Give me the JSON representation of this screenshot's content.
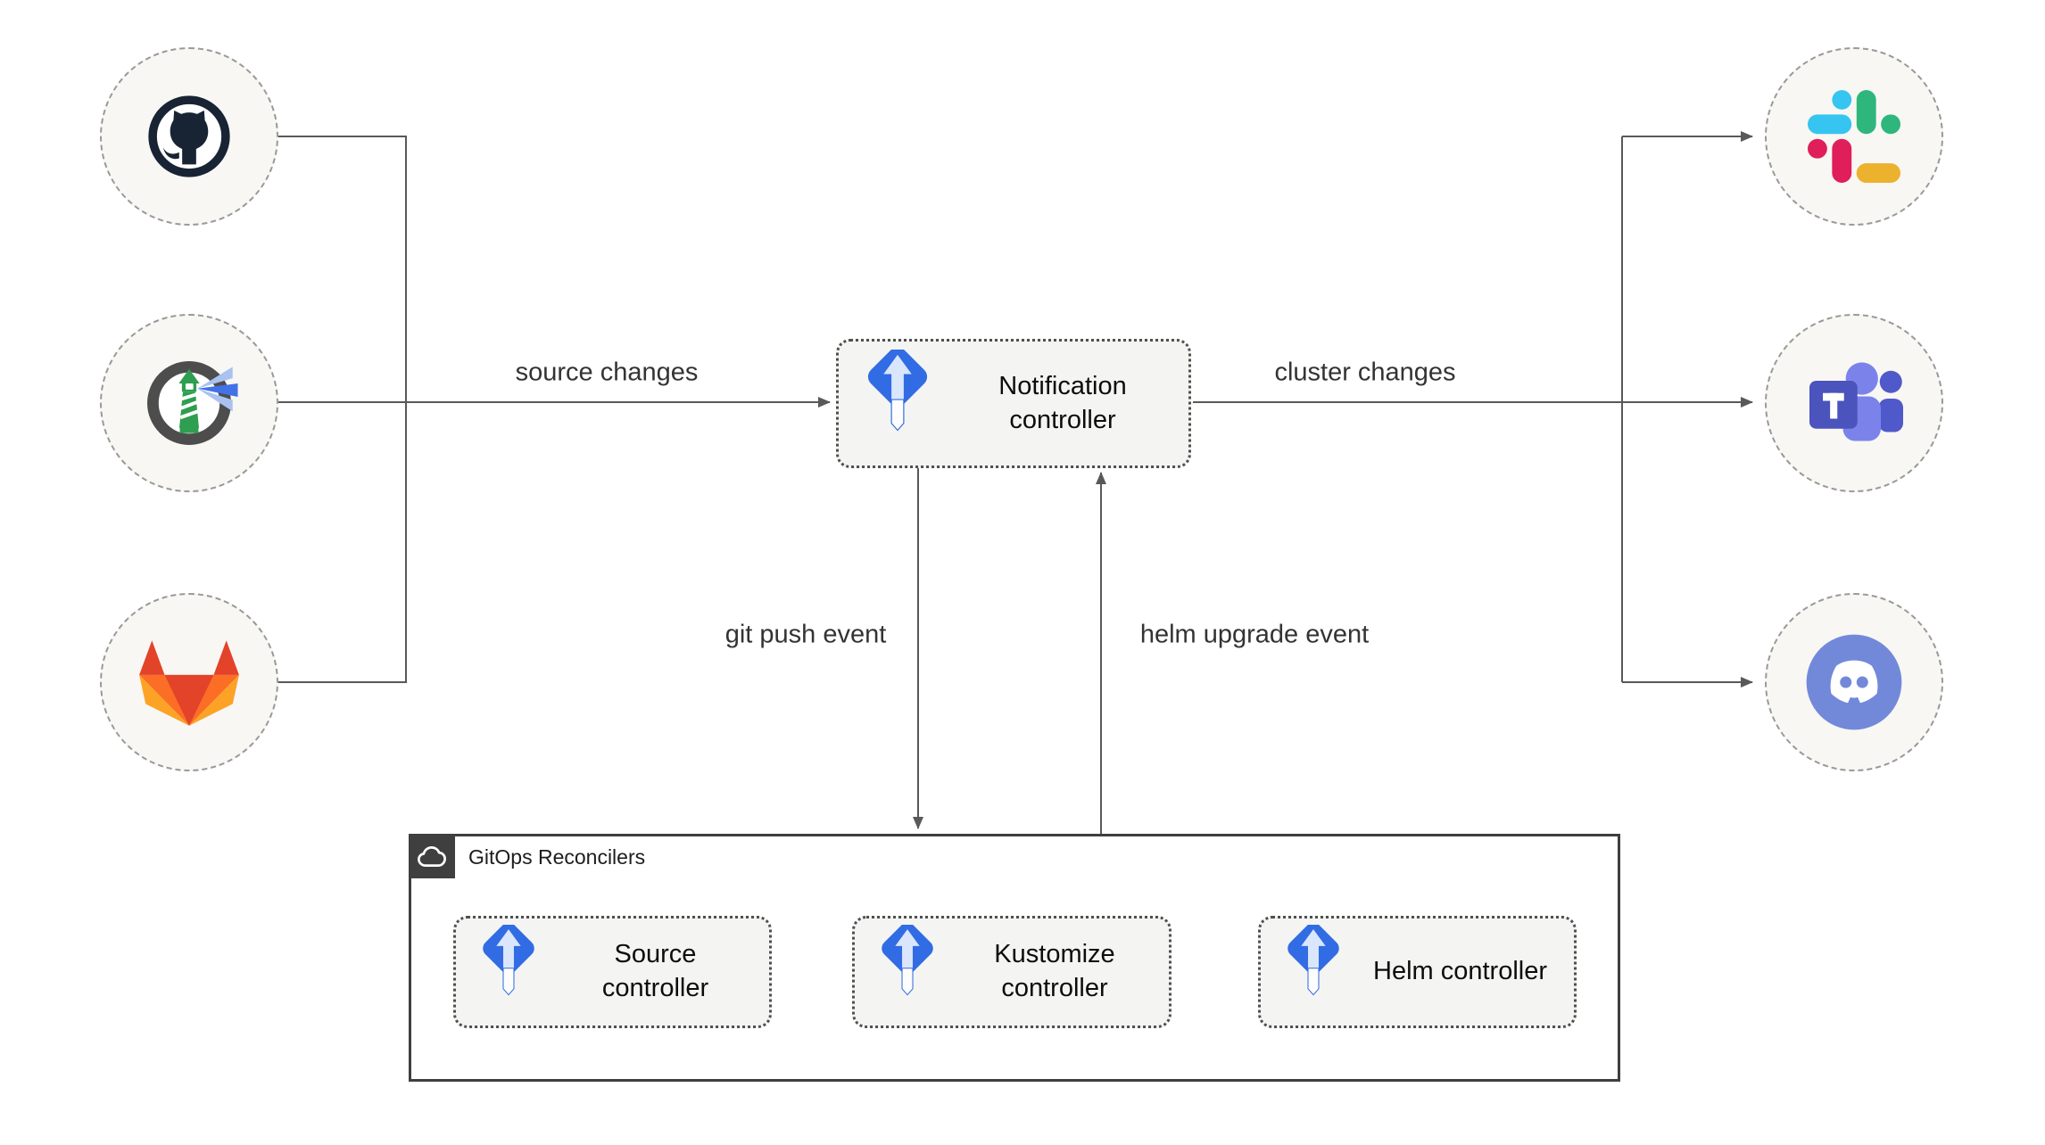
{
  "diagram": {
    "edges": {
      "source_changes": "source changes",
      "cluster_changes": "cluster changes",
      "git_push_event": "git push event",
      "helm_upgrade_event": "helm upgrade event"
    },
    "notification": {
      "label": "Notification controller",
      "icon": "flux-icon"
    },
    "gitops_container": {
      "title": "GitOps Reconcilers",
      "icon": "cloud-icon"
    },
    "reconcilers": [
      {
        "label": "Source controller",
        "icon": "flux-icon"
      },
      {
        "label": "Kustomize controller",
        "icon": "flux-icon"
      },
      {
        "label": "Helm controller",
        "icon": "flux-icon"
      }
    ],
    "sources": [
      {
        "name": "GitHub",
        "icon": "github-icon"
      },
      {
        "name": "Harbor",
        "icon": "harbor-icon"
      },
      {
        "name": "GitLab",
        "icon": "gitlab-icon"
      }
    ],
    "targets": [
      {
        "name": "Slack",
        "icon": "slack-icon"
      },
      {
        "name": "Microsoft Teams",
        "icon": "teams-icon"
      },
      {
        "name": "Discord",
        "icon": "discord-icon"
      }
    ],
    "colors": {
      "flux_blue": "#316ce4",
      "line": "#595959",
      "box_fill": "#f4f4f2",
      "circle_fill": "#f8f7f4",
      "container_border": "#3f3f3f",
      "slack": [
        "#36C5F0",
        "#2EB67D",
        "#ECB22E",
        "#E01E5A"
      ],
      "gitlab": [
        "#e24329",
        "#fc6d26",
        "#fca326"
      ],
      "teams": [
        "#4b53bc",
        "#7b83eb",
        "#5059c9"
      ],
      "discord": "#7289da",
      "harbor_green": "#2f9e50",
      "github_dark": "#182434"
    }
  }
}
